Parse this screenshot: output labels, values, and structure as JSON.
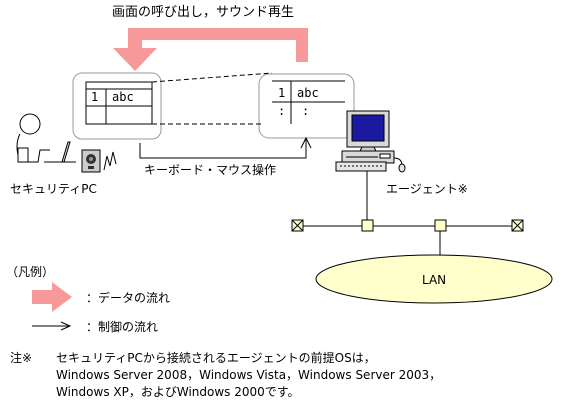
{
  "top_arrow_label": "画面の呼び出し，サウンド再生",
  "security_pc": {
    "label": "セキュリティPC",
    "screen_rows": [
      {
        "num": "1",
        "text": "abc"
      }
    ]
  },
  "agent": {
    "label": "エージェント※",
    "screen_rows": [
      {
        "num": "1",
        "text": "abc"
      },
      {
        "num": ":",
        "text": ":"
      }
    ]
  },
  "kbd_mouse_label": "キーボード・マウス操作",
  "lan_label": "LAN",
  "legend": {
    "title": "（凡例）",
    "data_flow": "：データの流れ",
    "control_flow": "：制御の流れ"
  },
  "note": {
    "mark": "注※",
    "lines": [
      "セキュリティPCから接続されるエージェントの前提OSは，",
      "Windows Server 2008，Windows Vista，Windows Server 2003，",
      "Windows XP，およびWindows 2000です。"
    ]
  },
  "colors": {
    "data_flow": "#f7999b",
    "lan_fill": "#ffffcc",
    "node_fill": "#ffffcc",
    "monitor_screen": "#1a1aa0"
  }
}
